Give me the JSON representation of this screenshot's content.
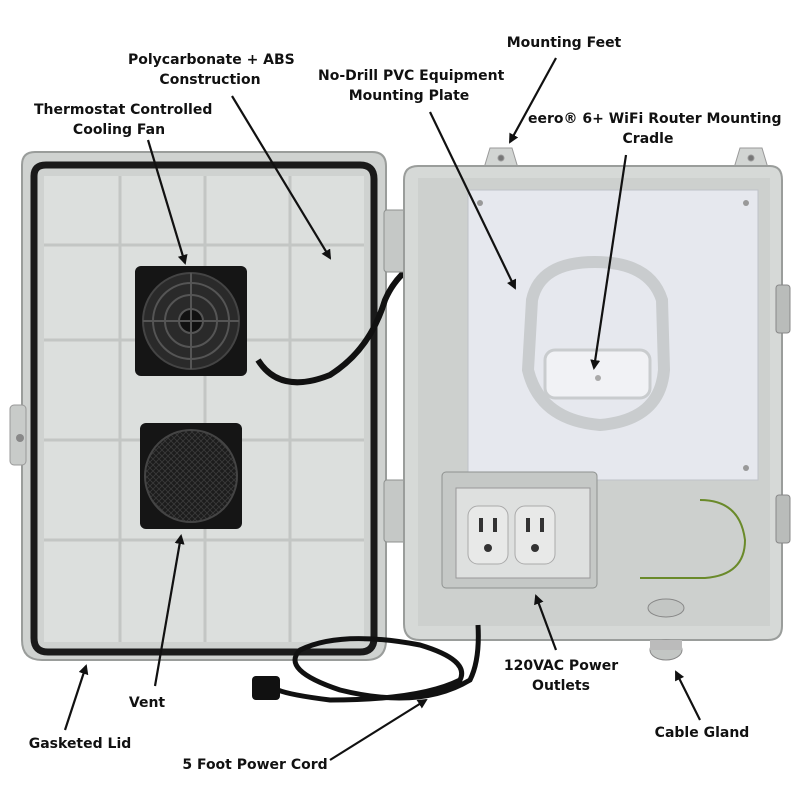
{
  "callouts": {
    "polycarbonate": {
      "lines": [
        "Polycarbonate + ABS",
        "Construction"
      ]
    },
    "mounting_feet": {
      "lines": [
        "Mounting Feet"
      ]
    },
    "mounting_plate": {
      "lines": [
        "No-Drill PVC Equipment",
        "Mounting Plate"
      ]
    },
    "fan": {
      "lines": [
        "Thermostat Controlled",
        "Cooling Fan"
      ]
    },
    "router_cradle": {
      "lines": [
        "eero® 6+ WiFi Router Mounting",
        "Cradle"
      ]
    },
    "outlets": {
      "lines": [
        "120VAC Power",
        "Outlets"
      ]
    },
    "vent": {
      "lines": [
        "Vent"
      ]
    },
    "cable_gland": {
      "lines": [
        "Cable Gland"
      ]
    },
    "gasketed_lid": {
      "lines": [
        "Gasketed Lid"
      ]
    },
    "power_cord": {
      "lines": [
        "5 Foot Power Cord"
      ]
    }
  },
  "colors": {
    "enclosure": "#d9dcda",
    "gasket": "#1a1a1a",
    "plate": "#e6e8ee",
    "fan": "#1c1c1c",
    "arrow": "#111111"
  }
}
